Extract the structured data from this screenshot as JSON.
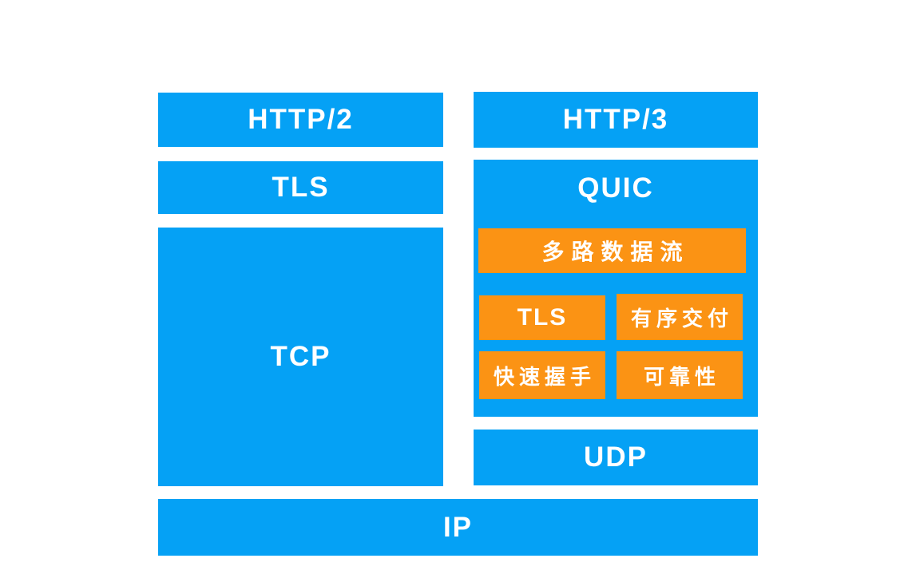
{
  "colors": {
    "blue": "#05a1f5",
    "orange": "#fb9314",
    "label_text": "#ffffff",
    "background": "#ffffff"
  },
  "diagram": {
    "left_stack": {
      "http2": "HTTP/2",
      "tls": "TLS",
      "tcp": "TCP"
    },
    "right_stack": {
      "http3": "HTTP/3",
      "quic": "QUIC",
      "quic_features": {
        "multiplexed_streams": "多路数据流",
        "tls": "TLS",
        "ordered_delivery": "有序交付",
        "fast_handshake": "快速握手",
        "reliability": "可靠性"
      },
      "udp": "UDP"
    },
    "shared": {
      "ip": "IP"
    }
  }
}
